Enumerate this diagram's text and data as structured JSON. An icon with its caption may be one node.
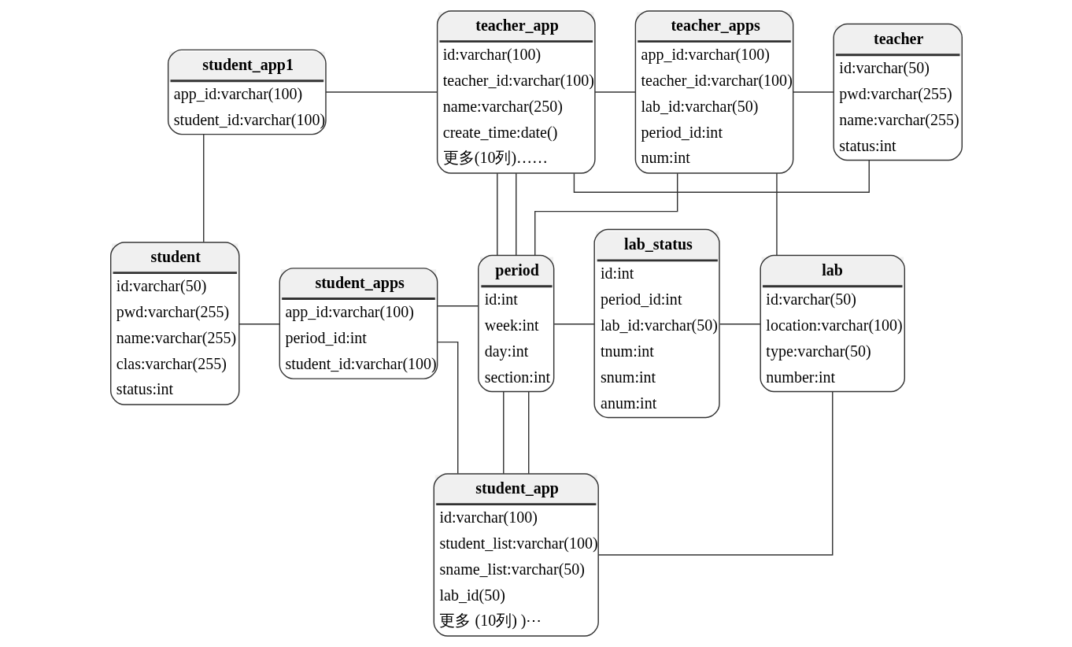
{
  "diagram": {
    "nodes": [
      {
        "text": [
          "teacher_app",
          "id:varchar(100)",
          "teacher_id:varchar(100)",
          "name:varchar(250)",
          "create_time:date()",
          "更多(10列)……"
        ]
      },
      {
        "text": [
          "teacher_apps",
          "app_id:varchar(100)",
          "teacher_id:varchar(100)",
          "lab_id:varchar(50)",
          "period_id:int",
          "num:int"
        ]
      },
      {
        "text": [
          "teacher",
          "id:varchar(50)",
          "pwd:varchar(255)",
          "name:varchar(255)",
          "status:int"
        ]
      },
      {
        "text": [
          "student_app1",
          "app_id:varchar(100)",
          "student_id:varchar(100)"
        ]
      },
      {
        "text": [
          "student",
          "id:varchar(50)",
          "pwd:varchar(255)",
          "name:varchar(255)",
          "clas:varchar(255)",
          "status:int"
        ]
      },
      {
        "text": [
          "student_apps",
          "app_id:varchar(100)",
          "period_id:int",
          "student_id:varchar(100)"
        ]
      },
      {
        "text": [
          "period",
          "id:int",
          "week:int",
          "day:int",
          "section:int"
        ]
      },
      {
        "text": [
          "lab_status",
          "id:int",
          "period_id:int",
          "lab_id:varchar(50)",
          "tnum:int",
          "snum:int",
          "anum:int"
        ]
      },
      {
        "text": [
          "lab",
          "id:varchar(50)",
          "location:varchar(100)",
          "type:varchar(50)",
          "number:int"
        ]
      },
      {
        "text": [
          "student_app",
          "id:varchar(100)",
          "student_list:varchar(100)",
          "sname_list:varchar(50)",
          "lab_id(50)",
          "更多 (10列) )⋯"
        ]
      }
    ],
    "edges": [
      {
        "from": 0,
        "to": 2,
        "arrow": "none"
      },
      {
        "from": 0,
        "to": 1,
        "arrow": "none"
      },
      {
        "from": 3,
        "to": 0,
        "arrow": "none"
      },
      {
        "from": 1,
        "to": 2,
        "arrow": "none"
      },
      {
        "from": 3,
        "to": 4,
        "arrow": "none"
      },
      {
        "from": 0,
        "to": 6,
        "arrow": "none"
      },
      {
        "from": 0,
        "to": 6,
        "arrow": "none"
      },
      {
        "from": 1,
        "to": 6,
        "arrow": "none"
      },
      {
        "from": 4,
        "to": 5,
        "arrow": "none"
      },
      {
        "from": 5,
        "to": 6,
        "arrow": "none"
      },
      {
        "from": 6,
        "to": 7,
        "arrow": "none"
      },
      {
        "from": 7,
        "to": 8,
        "arrow": "none"
      },
      {
        "from": 1,
        "to": 8,
        "arrow": "none"
      },
      {
        "from": 6,
        "to": 9,
        "arrow": "none"
      },
      {
        "from": 6,
        "to": 9,
        "arrow": "none"
      },
      {
        "from": 5,
        "to": 9,
        "arrow": "none"
      },
      {
        "from": 8,
        "to": 9,
        "arrow": "none"
      }
    ]
  }
}
